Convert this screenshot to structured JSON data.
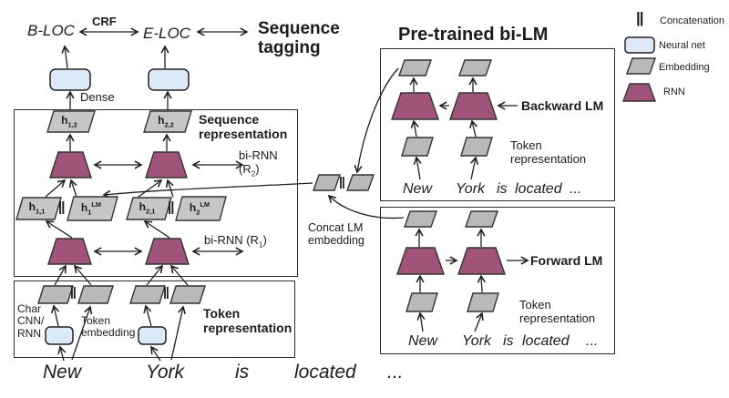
{
  "colors": {
    "embedding": "#b9b9b9",
    "embedding_light": "#c6c6c6",
    "rnn": "#a05479",
    "neural": "#dce9f6"
  },
  "header": {
    "b_loc": "B-LOC",
    "crf": "CRF",
    "e_loc": "E-LOC",
    "sequence_tagging": "Sequence tagging",
    "dense": "Dense"
  },
  "pretrained_title": "Pre-trained bi-LM",
  "legend": {
    "concat_symbol": "||",
    "concatenation": "Concatenation",
    "neural_net": "Neural net",
    "embedding": "Embedding",
    "rnn": "RNN"
  },
  "sequence_box": {
    "title": "Sequence representation",
    "h12": {
      "base": "h",
      "sub": "1,2"
    },
    "h22": {
      "base": "h",
      "sub": "2,2"
    },
    "h11": {
      "base": "h",
      "sub": "1,1"
    },
    "h1lm": {
      "base": "h",
      "sub": "1",
      "sup": "LM"
    },
    "h21": {
      "base": "h",
      "sub": "2,1"
    },
    "h2lm": {
      "base": "h",
      "sub": "2",
      "sup": "LM"
    },
    "concat_symbol": "||",
    "birnn2": {
      "line1": "bi-RNN",
      "pre": "(R",
      "sub": "2",
      "post": ")"
    },
    "birnn1": {
      "pre": "bi-RNN (R",
      "sub": "1",
      "post": ")"
    }
  },
  "token_box": {
    "title": "Token representation",
    "char_label": "Char\nCNN/\nRNN",
    "embed_label": "Token embedding",
    "concat_symbol": "||"
  },
  "concat_lm": {
    "label": "Concat LM embedding",
    "symbol": "||"
  },
  "sentence": {
    "words": [
      "New",
      "York",
      "is",
      "located",
      "..."
    ]
  },
  "backward": {
    "label": "Backward LM",
    "token_repr": "Token representation",
    "words": [
      "New",
      "York",
      "is",
      "located",
      "..."
    ]
  },
  "forward": {
    "label": "Forward LM",
    "token_repr": "Token representation",
    "words": [
      "New",
      "York",
      "is",
      "located",
      "..."
    ]
  }
}
